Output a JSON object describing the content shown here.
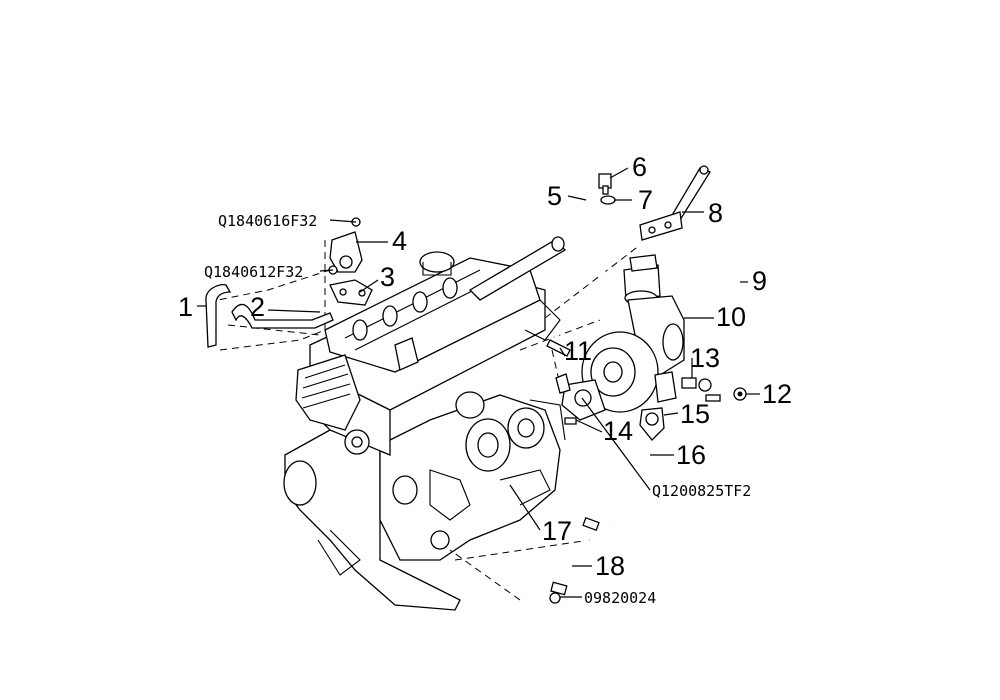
{
  "callouts": {
    "c1": "1",
    "c2": "2",
    "c3": "3",
    "c4": "4",
    "c5": "5",
    "c6": "6",
    "c7": "7",
    "c8": "8",
    "c9": "9",
    "c10": "10",
    "c11": "11",
    "c12": "12",
    "c13": "13",
    "c14": "14",
    "c15": "15",
    "c16": "16",
    "c17": "17",
    "c18": "18"
  },
  "part_codes": {
    "bolt_upper": "Q1840616F32",
    "bolt_lower": "Q1840612F32",
    "bolt_turbo": "Q1200825TF2",
    "clip_drain": "09820024"
  }
}
